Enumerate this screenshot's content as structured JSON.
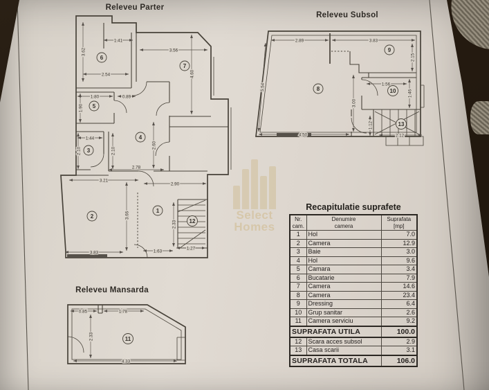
{
  "photo": {
    "background": "#241a10",
    "paper": "#dcd5cd",
    "fabric": "#8b8477",
    "ink": "#474239"
  },
  "titles": {
    "parter": "Releveu Parter",
    "subsol": "Releveu Subsol",
    "mansarda": "Releveu Mansarda"
  },
  "watermark": {
    "brand_top": "Select",
    "brand_bottom": "Homes"
  },
  "plans": {
    "parter": {
      "rooms": [
        "6",
        "7",
        "5",
        "3",
        "4",
        "2",
        "1",
        "12"
      ],
      "dims": [
        "1.41",
        "3.62",
        "2.54",
        "3.56",
        "4.60",
        "1.80",
        "0.89",
        "1.90",
        "1.44",
        "2.10",
        "2.10",
        "2.60",
        "2.78",
        "3.21",
        "2.90",
        "3.66",
        "2.33",
        "3.83",
        "1.63",
        "1.27"
      ]
    },
    "subsol": {
      "rooms": [
        "8",
        "9",
        "10",
        "13"
      ],
      "dims": [
        "2.89",
        "3.83",
        "5.54",
        "2.15",
        "3.00",
        "4.50",
        "1.56",
        "1.46",
        "1.12",
        "2.12"
      ]
    },
    "mansarda": {
      "rooms": [
        "11"
      ],
      "dims": [
        "0.85",
        "1.78",
        "2.33",
        "4.33"
      ]
    }
  },
  "table": {
    "title": "Recapitulatie suprafete",
    "header": {
      "c1a": "Nr.",
      "c1b": "cam.",
      "c2a": "Denumire",
      "c2b": "camera",
      "c3a": "Suprafata",
      "c3b": "[mp]"
    },
    "rows": [
      {
        "nr": "1",
        "name": "Hol",
        "area": "7.0"
      },
      {
        "nr": "2",
        "name": "Camera",
        "area": "12.9"
      },
      {
        "nr": "3",
        "name": "Baie",
        "area": "3.0"
      },
      {
        "nr": "4",
        "name": "Hol",
        "area": "9.6"
      },
      {
        "nr": "5",
        "name": "Camara",
        "area": "3.4"
      },
      {
        "nr": "6",
        "name": "Bucatarie",
        "area": "7.9"
      },
      {
        "nr": "7",
        "name": "Camera",
        "area": "14.6"
      },
      {
        "nr": "8",
        "name": "Camera",
        "area": "23.4"
      },
      {
        "nr": "9",
        "name": "Dressing",
        "area": "6.4"
      },
      {
        "nr": "10",
        "name": "Grup sanitar",
        "area": "2.6"
      },
      {
        "nr": "11",
        "name": "Camera serviciu",
        "area": "9.2"
      },
      {
        "nr": "12",
        "name": "Scara acces subsol",
        "area": "2.9"
      },
      {
        "nr": "13",
        "name": "Casa scarii",
        "area": "3.1"
      }
    ],
    "utila": {
      "label": "SUPRAFATA UTILA",
      "value": "100.0"
    },
    "totala": {
      "label": "SUPRAFATA TOTALA",
      "value": "106.0"
    }
  }
}
